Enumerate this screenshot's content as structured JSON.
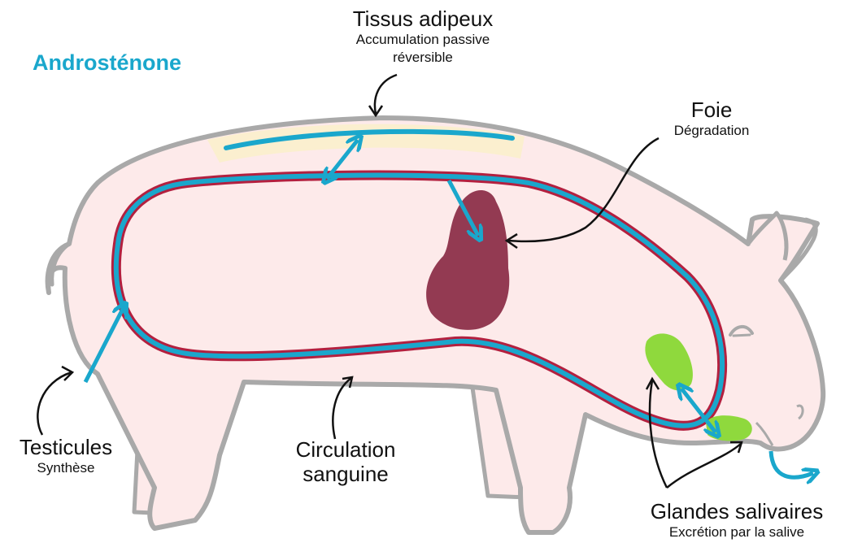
{
  "title": "Androsténone",
  "colors": {
    "accent": "#1aa7cc",
    "blood_outline": "#b3203f",
    "body_fill": "#fdeaea",
    "body_outline": "#a9a9a9",
    "fat": "#fbefcf",
    "liver": "#933a52",
    "glands": "#8fd93d"
  },
  "labels": {
    "fat": {
      "title": "Tissus adipeux",
      "line1": "Accumulation passive",
      "line2": "réversible"
    },
    "liver": {
      "title": "Foie",
      "subtitle": "Dégradation"
    },
    "testes": {
      "title": "Testicules",
      "subtitle": "Synthèse"
    },
    "blood": {
      "line1": "Circulation",
      "line2": "sanguine"
    },
    "glands": {
      "title": "Glandes salivaires",
      "subtitle": "Excrétion par la salive"
    }
  }
}
